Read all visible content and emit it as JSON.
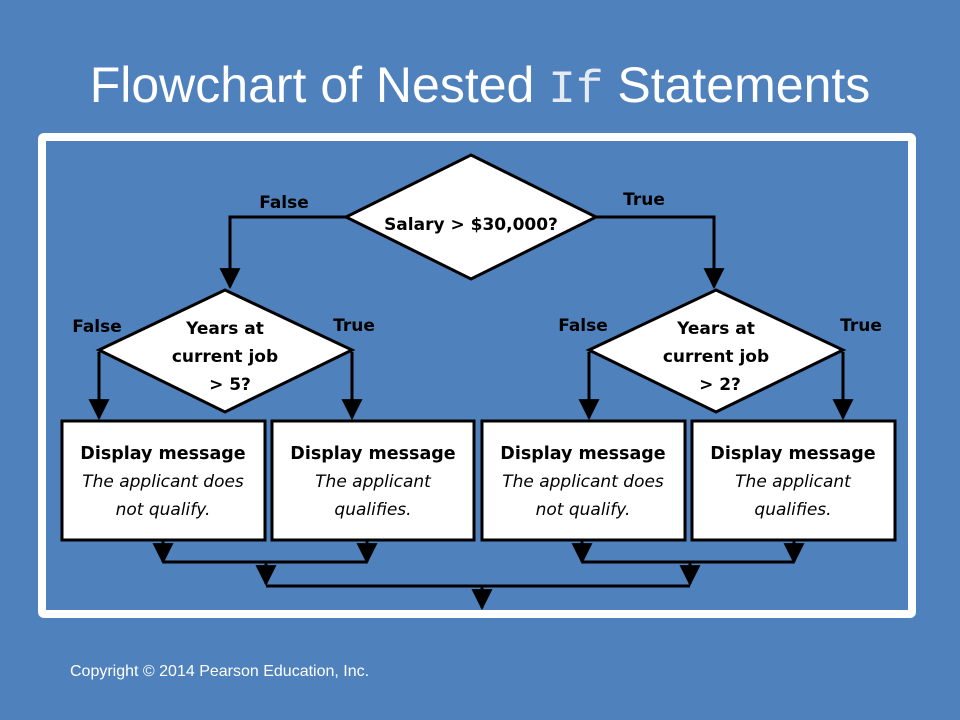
{
  "title": {
    "prefix": "Flowchart of Nested ",
    "code": "If",
    "suffix": " Statements"
  },
  "diagram": {
    "decision_top": "Salary > $30,000?",
    "decision_left": [
      "Years at",
      "current job",
      "> 5?"
    ],
    "decision_right": [
      "Years at",
      "current job",
      "> 2?"
    ],
    "labels": {
      "top_false": "False",
      "top_true": "True",
      "left_false": "False",
      "left_true": "True",
      "right_false": "False",
      "right_true": "True"
    },
    "boxes": [
      {
        "title": "Display message",
        "body": [
          "The applicant does",
          "not qualify."
        ]
      },
      {
        "title": "Display message",
        "body": [
          "The applicant",
          "qualifies."
        ]
      },
      {
        "title": "Display message",
        "body": [
          "The applicant does",
          "not qualify."
        ]
      },
      {
        "title": "Display message",
        "body": [
          "The applicant",
          "qualifies."
        ]
      }
    ]
  },
  "footer": {
    "copyright": "Copyright © 2014 Pearson Education, Inc."
  }
}
